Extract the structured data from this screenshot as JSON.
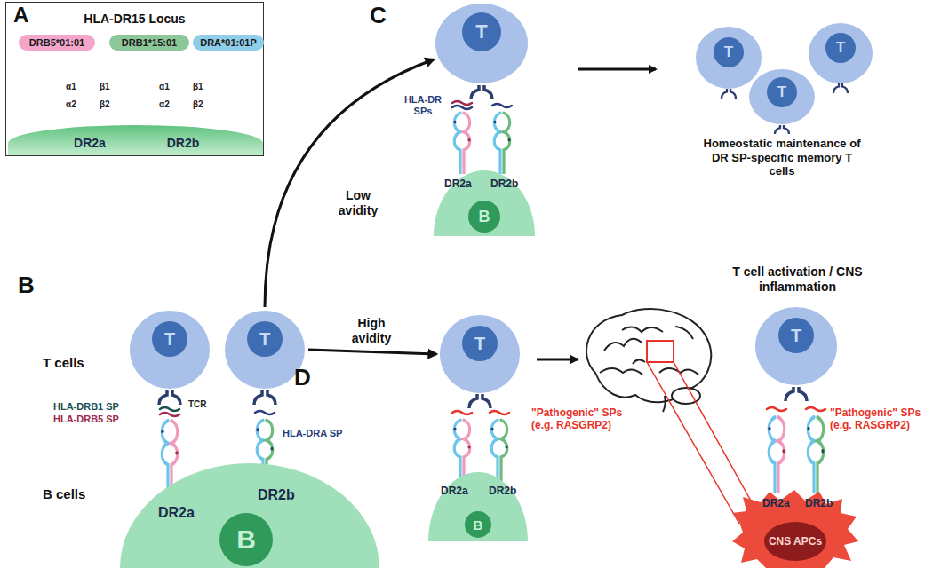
{
  "diagram": {
    "nodes": [
      {
        "text": [
          "A",
          "HLA-DR15 Locus"
        ]
      },
      {
        "text": [
          "DRB5*01:01"
        ],
        "in": 0
      },
      {
        "text": [
          "DRB1*15:01"
        ],
        "in": 0
      },
      {
        "text": [
          "DRA*01:01P"
        ],
        "in": 0
      },
      {
        "text": [
          "DR2a",
          "DR2b"
        ],
        "in": 0
      },
      {
        "text": [
          "T"
        ]
      },
      {
        "text": [
          "B"
        ]
      },
      {
        "text": [
          "T"
        ]
      },
      {
        "text": [
          "T"
        ]
      },
      {
        "text": [
          "T"
        ]
      },
      {
        "text": [
          "T"
        ]
      },
      {
        "text": [
          "T"
        ]
      },
      {
        "text": [
          "B"
        ]
      },
      {
        "text": [
          "T"
        ]
      },
      {
        "text": [
          "B"
        ]
      },
      {
        "text": [
          "T"
        ]
      },
      {
        "text": [
          "CNS APCs"
        ]
      }
    ],
    "edges": [
      {
        "from": 11,
        "to": 5,
        "label": "Low avidity",
        "arrow": "to"
      },
      {
        "from": 11,
        "to": 13,
        "label": "High avidity",
        "arrow": "to"
      }
    ],
    "labels": [
      "B",
      "C",
      "D",
      "α1",
      "β1",
      "α2",
      "β2",
      "α1",
      "β1",
      "α2",
      "β2",
      "TCR",
      "HLA-DRB1 SP",
      "HLA-DRB5 SP",
      "HLA-DRA SP",
      "T cells",
      "B cells",
      "DR2a",
      "DR2b",
      "HLA-DR SPs",
      "DR2a",
      "DR2b",
      "Homeostatic maintenance of DR SP-specific memory T cells",
      "\"Pathogenic\" SPs (e.g. RASGRP2)",
      "DR2a",
      "DR2b",
      "T cell activation / CNS inflammation",
      "\"Pathogenic\" SPs (e.g. RASGRP2)",
      "DR2a",
      "DR2b"
    ]
  }
}
